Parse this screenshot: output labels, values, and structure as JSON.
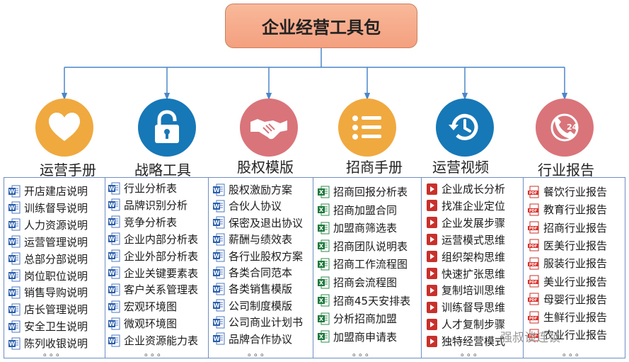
{
  "title": "企业经营工具包",
  "colors": {
    "orange": "#f0a93e",
    "blue": "#1778b8",
    "salmon": "#d9757a",
    "line": "#4a86c8"
  },
  "categories": [
    {
      "label": "运营手册",
      "icon": "heart-icon",
      "color": "#f0a93e",
      "file_icon": "word-icon",
      "items": [
        "开店建店说明",
        "训练督导说明",
        "人力资源说明",
        "运营管理说明",
        "总部分部说明",
        "岗位职位说明",
        "销售导购说明",
        "店长管理说明",
        "安全卫生说明",
        "陈列收银说明"
      ]
    },
    {
      "label": "战略工具",
      "icon": "lock-icon",
      "color": "#1778b8",
      "file_icon": "word-icon",
      "items": [
        "行业分析表",
        "品牌识别分析",
        "竞争分析表",
        "企业内部分析表",
        "企业外部分析表",
        "企业关键要素表",
        "客户关系管理表",
        "宏观环境图",
        "微观环境图",
        "企业资源能力表"
      ]
    },
    {
      "label": "股权模版",
      "icon": "handshake-icon",
      "color": "#d9757a",
      "file_icon": "word-icon",
      "items": [
        "股权激励方案",
        "合伙人协议",
        "保密及退出协议",
        "薪酬与绩效表",
        "各行业股权方案",
        "各类合同范本",
        "各类销售模版",
        "公司制度模版",
        "公司商业计划书",
        "品牌合作协议"
      ]
    },
    {
      "label": "招商手册",
      "icon": "list-icon",
      "color": "#f0a93e",
      "file_icon": "excel-icon",
      "items": [
        "招商回报分析表",
        "招商加盟合同",
        "加盟商筛选表",
        "招商团队说明表",
        "招商工作流程图",
        "招商会流程图",
        "招商45天安排表",
        "分析招商加盟",
        "加盟商申请表"
      ]
    },
    {
      "label": "运营视频",
      "icon": "history-icon",
      "color": "#1778b8",
      "file_icon": "video-icon",
      "items": [
        "企业成长分析",
        "找准企业定位",
        "企业发展步骤",
        "运营模式思维",
        "组织架构思维",
        "快速扩张思维",
        "复制培训思维",
        "训练督导思维",
        "人才复制步骤",
        "独特经营模式"
      ]
    },
    {
      "label": "行业报告",
      "icon": "phone-icon",
      "color": "#d9757a",
      "file_icon": "pdf-icon",
      "items": [
        "餐饮行业报告",
        "教育行业报告",
        "招商行业报告",
        "医美行业报告",
        "服装行业报告",
        "美业行业报告",
        "母婴行业报告",
        "生鲜行业报告",
        "农业行业报告"
      ]
    }
  ],
  "ellipsis": "。。。",
  "watermark": "强叔谈连锁"
}
